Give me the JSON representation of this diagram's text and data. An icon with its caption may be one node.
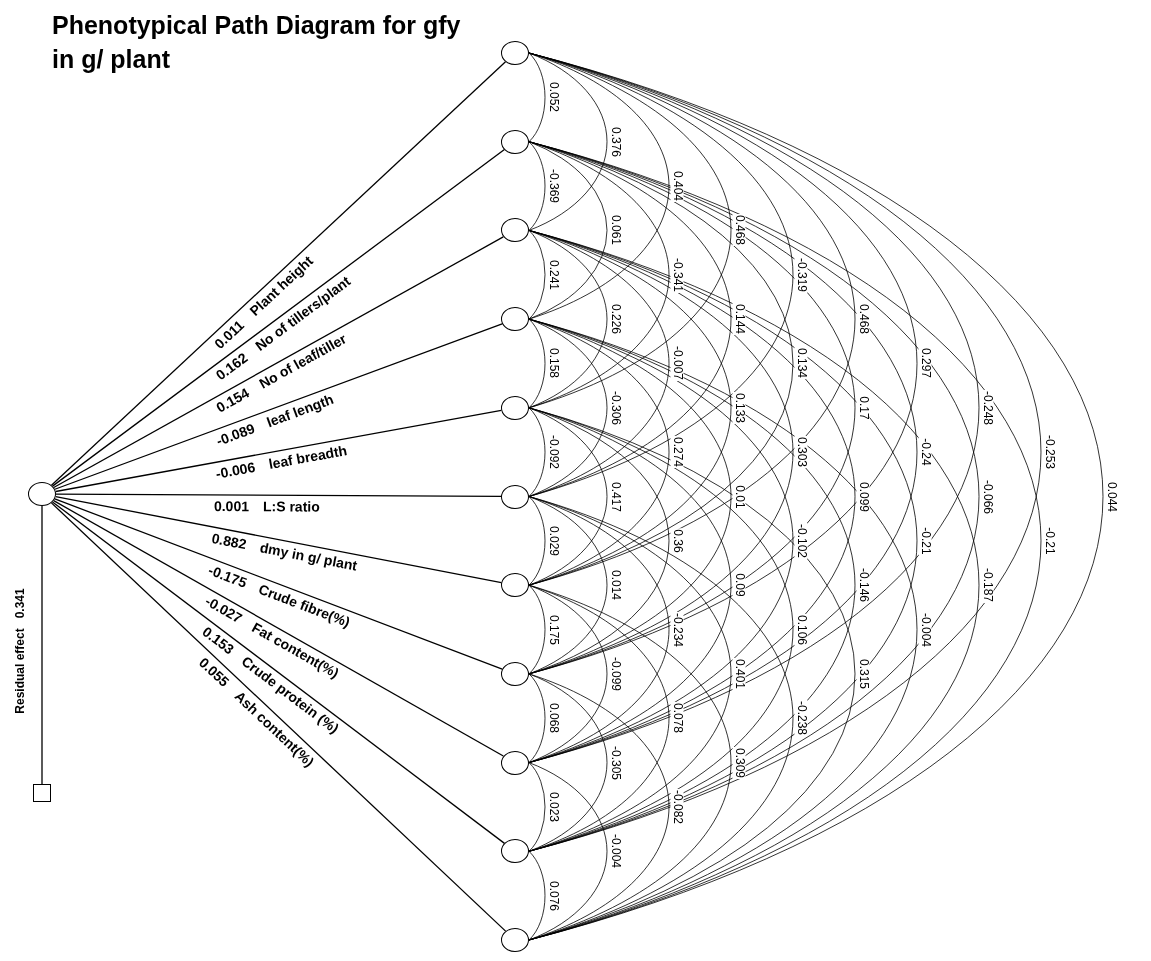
{
  "diagram": {
    "title": "Phenotypical Path Diagram for gfy in g/ plant",
    "nodes": [
      {
        "text": [],
        "shape": "circle"
      },
      {
        "text": [],
        "shape": "circle"
      },
      {
        "text": [],
        "shape": "circle"
      },
      {
        "text": [],
        "shape": "circle"
      },
      {
        "text": [],
        "shape": "circle"
      },
      {
        "text": [],
        "shape": "circle"
      },
      {
        "text": [],
        "shape": "circle"
      },
      {
        "text": [],
        "shape": "circle"
      },
      {
        "text": [],
        "shape": "circle"
      },
      {
        "text": [],
        "shape": "circle"
      },
      {
        "text": [],
        "shape": "circle"
      },
      {
        "text": [],
        "shape": "circle"
      },
      {
        "text": [],
        "shape": "box"
      }
    ],
    "edges": [
      {
        "from": 0,
        "to": 1,
        "arrow": "none",
        "label": "0.011 Plant height"
      },
      {
        "from": 0,
        "to": 2,
        "arrow": "none",
        "label": "0.162 No of tillers/plant"
      },
      {
        "from": 0,
        "to": 3,
        "arrow": "none",
        "label": "0.154 No of leaf/tiller"
      },
      {
        "from": 0,
        "to": 4,
        "arrow": "none",
        "label": "-0.089 leaf length"
      },
      {
        "from": 0,
        "to": 5,
        "arrow": "none",
        "label": "-0.006 leaf breadth"
      },
      {
        "from": 0,
        "to": 6,
        "arrow": "none",
        "label": "0.001 L:S ratio"
      },
      {
        "from": 0,
        "to": 7,
        "arrow": "none",
        "label": "0.882 dmy in g/ plant"
      },
      {
        "from": 0,
        "to": 8,
        "arrow": "none",
        "label": "-0.175 Crude fibre(%)"
      },
      {
        "from": 0,
        "to": 9,
        "arrow": "none",
        "label": "-0.027 Fat content(%)"
      },
      {
        "from": 0,
        "to": 10,
        "arrow": "none",
        "label": "0.153 Crude protein (%)"
      },
      {
        "from": 0,
        "to": 11,
        "arrow": "none",
        "label": "0.055 Ash content(%)"
      },
      {
        "from": 12,
        "to": 0,
        "arrow": "none",
        "label": "Residual effect 0.341"
      },
      {
        "from": 1,
        "to": 2,
        "arrow": "none",
        "label": "0.052"
      },
      {
        "from": 1,
        "to": 3,
        "arrow": "none",
        "label": "0.376"
      },
      {
        "from": 1,
        "to": 4,
        "arrow": "none",
        "label": "0.404"
      },
      {
        "from": 1,
        "to": 5,
        "arrow": "none",
        "label": "0.468"
      },
      {
        "from": 1,
        "to": 6,
        "arrow": "none",
        "label": "-0.319"
      },
      {
        "from": 1,
        "to": 7,
        "arrow": "none",
        "label": "0.468"
      },
      {
        "from": 1,
        "to": 8,
        "arrow": "none",
        "label": "0.297"
      },
      {
        "from": 1,
        "to": 9,
        "arrow": "none",
        "label": "-0.248"
      },
      {
        "from": 1,
        "to": 10,
        "arrow": "none",
        "label": "-0.253"
      },
      {
        "from": 1,
        "to": 11,
        "arrow": "none",
        "label": "0.044"
      },
      {
        "from": 2,
        "to": 3,
        "arrow": "none",
        "label": "-0.369"
      },
      {
        "from": 2,
        "to": 4,
        "arrow": "none",
        "label": "0.061"
      },
      {
        "from": 2,
        "to": 5,
        "arrow": "none",
        "label": "-0.341"
      },
      {
        "from": 2,
        "to": 6,
        "arrow": "none",
        "label": "0.144"
      },
      {
        "from": 2,
        "to": 7,
        "arrow": "none",
        "label": "0.134"
      },
      {
        "from": 2,
        "to": 8,
        "arrow": "none",
        "label": "0.17"
      },
      {
        "from": 2,
        "to": 9,
        "arrow": "none",
        "label": "-0.24"
      },
      {
        "from": 2,
        "to": 10,
        "arrow": "none",
        "label": "-0.066"
      },
      {
        "from": 2,
        "to": 11,
        "arrow": "none",
        "label": "-0.21"
      },
      {
        "from": 3,
        "to": 4,
        "arrow": "none",
        "label": "0.241"
      },
      {
        "from": 3,
        "to": 5,
        "arrow": "none",
        "label": "0.226"
      },
      {
        "from": 3,
        "to": 6,
        "arrow": "none",
        "label": "-0.007"
      },
      {
        "from": 3,
        "to": 7,
        "arrow": "none",
        "label": "0.133"
      },
      {
        "from": 3,
        "to": 8,
        "arrow": "none",
        "label": "0.303"
      },
      {
        "from": 3,
        "to": 9,
        "arrow": "none",
        "label": "0.099"
      },
      {
        "from": 3,
        "to": 10,
        "arrow": "none",
        "label": "-0.21"
      },
      {
        "from": 3,
        "to": 11,
        "arrow": "none",
        "label": "-0.187"
      },
      {
        "from": 4,
        "to": 5,
        "arrow": "none",
        "label": "0.158"
      },
      {
        "from": 4,
        "to": 6,
        "arrow": "none",
        "label": "-0.306"
      },
      {
        "from": 4,
        "to": 7,
        "arrow": "none",
        "label": "0.274"
      },
      {
        "from": 4,
        "to": 8,
        "arrow": "none",
        "label": "0.01"
      },
      {
        "from": 4,
        "to": 9,
        "arrow": "none",
        "label": "-0.102"
      },
      {
        "from": 4,
        "to": 10,
        "arrow": "none",
        "label": "-0.146"
      },
      {
        "from": 4,
        "to": 11,
        "arrow": "none",
        "label": "-0.004"
      },
      {
        "from": 5,
        "to": 6,
        "arrow": "none",
        "label": "-0.092"
      },
      {
        "from": 5,
        "to": 7,
        "arrow": "none",
        "label": "0.417"
      },
      {
        "from": 5,
        "to": 8,
        "arrow": "none",
        "label": "0.36"
      },
      {
        "from": 5,
        "to": 9,
        "arrow": "none",
        "label": "0.09"
      },
      {
        "from": 5,
        "to": 10,
        "arrow": "none",
        "label": "0.106"
      },
      {
        "from": 5,
        "to": 11,
        "arrow": "none",
        "label": "0.315"
      },
      {
        "from": 6,
        "to": 7,
        "arrow": "none",
        "label": "0.029"
      },
      {
        "from": 6,
        "to": 8,
        "arrow": "none",
        "label": "0.014"
      },
      {
        "from": 6,
        "to": 9,
        "arrow": "none",
        "label": "-0.234"
      },
      {
        "from": 6,
        "to": 10,
        "arrow": "none",
        "label": "0.401"
      },
      {
        "from": 6,
        "to": 11,
        "arrow": "none",
        "label": "-0.238"
      },
      {
        "from": 7,
        "to": 8,
        "arrow": "none",
        "label": "0.175"
      },
      {
        "from": 7,
        "to": 9,
        "arrow": "none",
        "label": "-0.099"
      },
      {
        "from": 7,
        "to": 10,
        "arrow": "none",
        "label": "0.078"
      },
      {
        "from": 7,
        "to": 11,
        "arrow": "none",
        "label": "0.309"
      },
      {
        "from": 8,
        "to": 9,
        "arrow": "none",
        "label": "0.068"
      },
      {
        "from": 8,
        "to": 10,
        "arrow": "none",
        "label": "-0.305"
      },
      {
        "from": 8,
        "to": 11,
        "arrow": "none",
        "label": "-0.082"
      },
      {
        "from": 9,
        "to": 10,
        "arrow": "none",
        "label": "0.023"
      },
      {
        "from": 9,
        "to": 11,
        "arrow": "none",
        "label": "-0.004"
      },
      {
        "from": 10,
        "to": 11,
        "arrow": "none",
        "label": "0.076"
      }
    ]
  }
}
